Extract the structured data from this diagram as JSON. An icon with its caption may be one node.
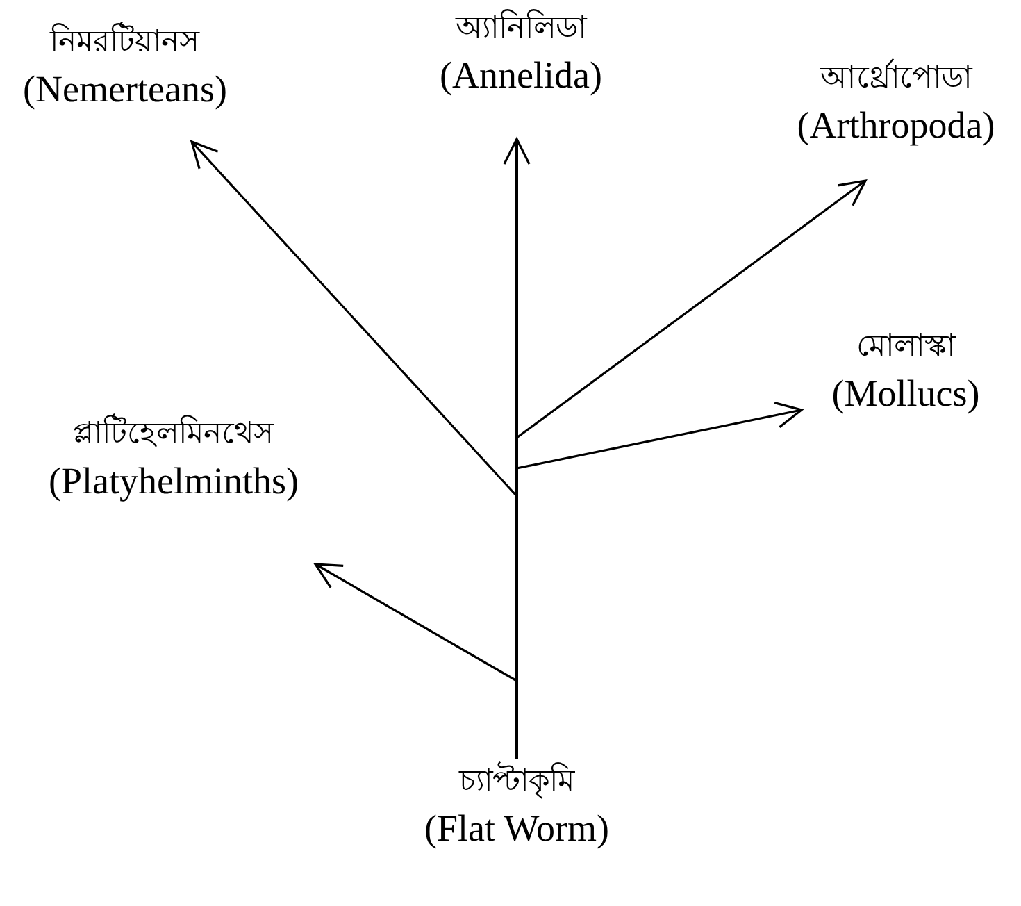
{
  "diagram": {
    "nodes": [
      {
        "text": [
          "চ্যাপ্টাকৃমি",
          "(Flat Worm)"
        ]
      },
      {
        "text": [
          "প্লাটিহেলমিনথেস",
          "(Platyhelminths)"
        ]
      },
      {
        "text": [
          "নিমরটিয়ানস",
          "(Nemerteans)"
        ]
      },
      {
        "text": [
          "অ্যানিলিডা",
          "(Annelida)"
        ]
      },
      {
        "text": [
          "আর্থ্রোপোডা",
          "(Arthropoda)"
        ]
      },
      {
        "text": [
          "মোলাস্কা",
          "(Mollucs)"
        ]
      }
    ],
    "edges": [
      {
        "from": 0,
        "to": 1,
        "arrow": "to"
      },
      {
        "from": 0,
        "to": 2,
        "arrow": "to"
      },
      {
        "from": 0,
        "to": 3,
        "arrow": "to"
      },
      {
        "from": 0,
        "to": 4,
        "arrow": "to"
      },
      {
        "from": 0,
        "to": 5,
        "arrow": "to"
      }
    ]
  }
}
